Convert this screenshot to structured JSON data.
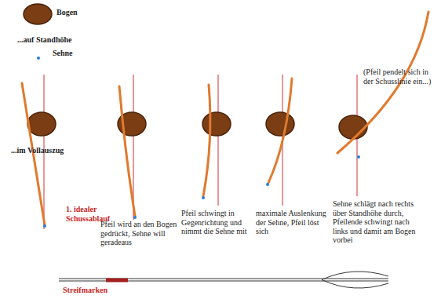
{
  "diagram": {
    "labels": [
      "Bogen",
      "...auf Standhöhe",
      "Sehne",
      "...im Vollauszug",
      "1. idealer Schussablauf",
      "Pfeil wird an den Bogen gedrückt, Sehne will geradeaus",
      "Pfeil schwingt in Gegenrichtung und nimmt die Sehne mit",
      "maximale Auslenkung der Sehne, Pfeil löst sich",
      "Sehne schlägt nach rechts über Standhöhe durch, Pfeilende schwingt nach links und damit am Bogen vorbei",
      "(Pfeil pendelt sich in der Schusslinie ein...)",
      "Streifmarken"
    ]
  }
}
